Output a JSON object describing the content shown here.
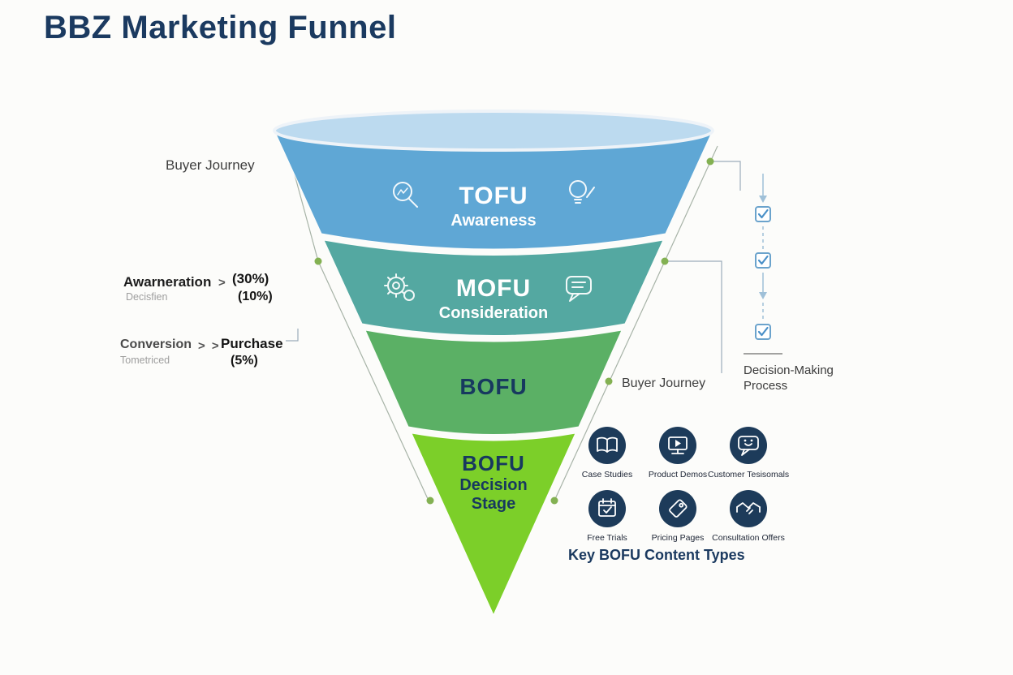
{
  "title": "BBZ Marketing Funnel",
  "funnel": {
    "rim_color": "#bcdaef",
    "stages": [
      {
        "name": "TOFU",
        "subtitle": "Awareness",
        "color": "#5fa7d5",
        "text_color": "#ffffff"
      },
      {
        "name": "MOFU",
        "subtitle": "Consideration",
        "color": "#54a8a1",
        "text_color": "#ffffff"
      },
      {
        "name": "BOFU",
        "subtitle": "",
        "color": "#5bb065",
        "text_color": "#17395f"
      },
      {
        "name": "BOFU",
        "subtitle": "Decision Stage",
        "color": "#7ccf29",
        "text_color": "#17395f"
      }
    ]
  },
  "annotations": {
    "buyer_journey_left": "Buyer Journey",
    "buyer_journey_right": "Buyer Journey",
    "decision_making_process": "Decision-Making Process",
    "row1": {
      "label": "Awarneration",
      "sublabel": "Decisfien",
      "arrow": ">",
      "value1": "(30%)",
      "value2": "(10%)"
    },
    "row2": {
      "label": "Conversion",
      "sublabel": "Tometriced",
      "arrow": "> >",
      "value_label": "Purchase",
      "value": "(5%)"
    }
  },
  "content_types": {
    "heading": "Key BOFU Content Types",
    "items": [
      {
        "label": "Case Studies",
        "icon": "open-book-icon"
      },
      {
        "label": "Product Demos",
        "icon": "monitor-play-icon"
      },
      {
        "label": "Customer Tesisomals",
        "icon": "chat-smiley-icon"
      },
      {
        "label": "Free Trials",
        "icon": "calendar-check-icon"
      },
      {
        "label": "Pricing Pages",
        "icon": "price-tag-icon"
      },
      {
        "label": "Consultation Offers",
        "icon": "handshake-icon"
      }
    ]
  }
}
